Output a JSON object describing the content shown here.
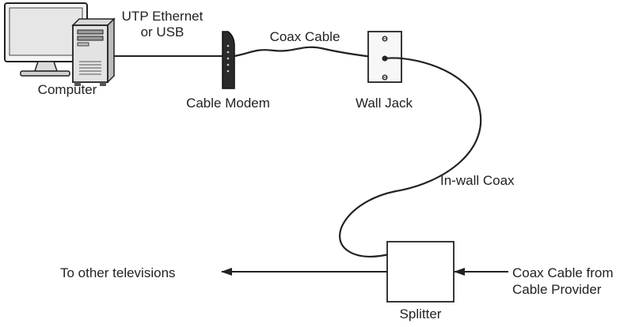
{
  "labels": {
    "computer": "Computer",
    "utp_line1": "UTP Ethernet",
    "utp_line2": "or USB",
    "coax_cable": "Coax Cable",
    "cable_modem": "Cable Modem",
    "wall_jack": "Wall Jack",
    "in_wall_coax": "In-wall Coax",
    "to_other_tvs": "To other televisions",
    "coax_from_line1": "Coax Cable from",
    "coax_from_line2": "Cable Provider",
    "splitter": "Splitter"
  },
  "colors": {
    "stroke": "#222222",
    "device_fill": "#f2f2f2",
    "screen_fill": "#e9e9e9",
    "modem_fill": "#2a2a2a"
  }
}
